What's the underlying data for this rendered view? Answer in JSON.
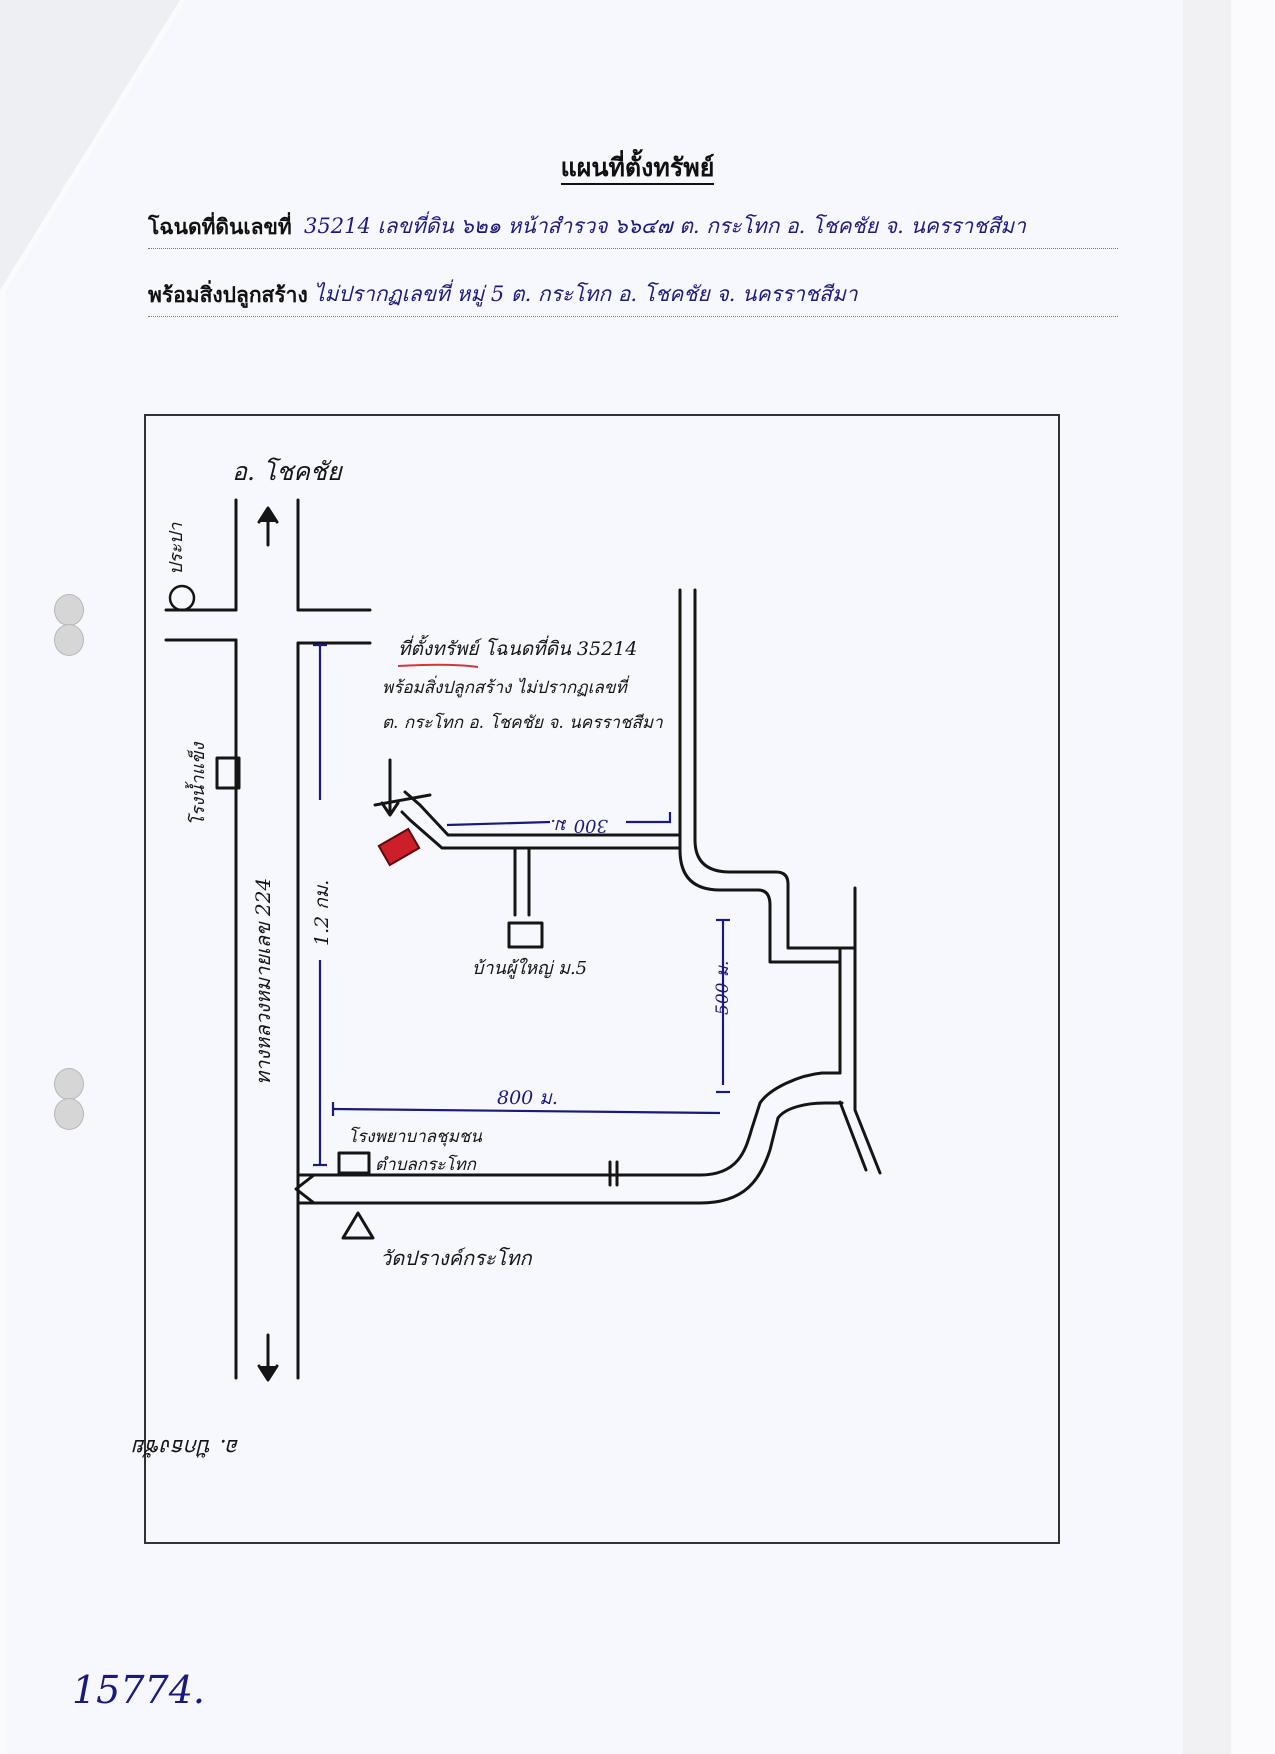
{
  "document": {
    "title": "แผนที่ตั้งทรัพย์",
    "deed_label": "โฉนดที่ดินเลขที่",
    "deed_value": "35214  เลขที่ดิน ๖๒๑  หน้าสำรวจ ๖๖๔๗  ต. กระโทก  อ. โชคชัย  จ. นครราชสีมา",
    "building_label": "พร้อมสิ่งปลูกสร้าง",
    "building_value": "ไม่ปรากฏเลขที่  หมู่ 5   ต. กระโทก  อ. โชคชัย  จ. นครราชสีมา",
    "page_number": "15774."
  },
  "map": {
    "top_destination": "อ. โชคชัย",
    "bottom_destination": "อ. ปักธงชัย",
    "landmark_prama": "ประปา",
    "landmark_factory": "โรงน้ำแข็ง",
    "highway": "ทางหลวงหมายเลข  224",
    "distance_main": "1.2 กม.",
    "property_title": "ที่ตั้งทรัพย์ โฉนดที่ดิน  35214",
    "property_line2": "พร้อมสิ่งปลูกสร้าง  ไม่ปรากฏเลขที่",
    "property_line3": "ต. กระโทก  อ. โชคชัย  จ. นครราชสีมา",
    "distance_lane": "300 ม.",
    "village_head_house": "บ้านผู้ใหญ่ ม.5",
    "distance_side": "500 ม.",
    "distance_south": "800 ม.",
    "hospital_line1": "โรงพยาบาลชุมชน",
    "hospital_line2": "ตำบลกระโทก",
    "temple": "วัดปรางค์กระโทก"
  },
  "colors": {
    "ink_blue": "#1b1a7a",
    "ink_black": "#151515",
    "property_marker": "#cc1f2a",
    "underline_red": "#d8323c"
  }
}
